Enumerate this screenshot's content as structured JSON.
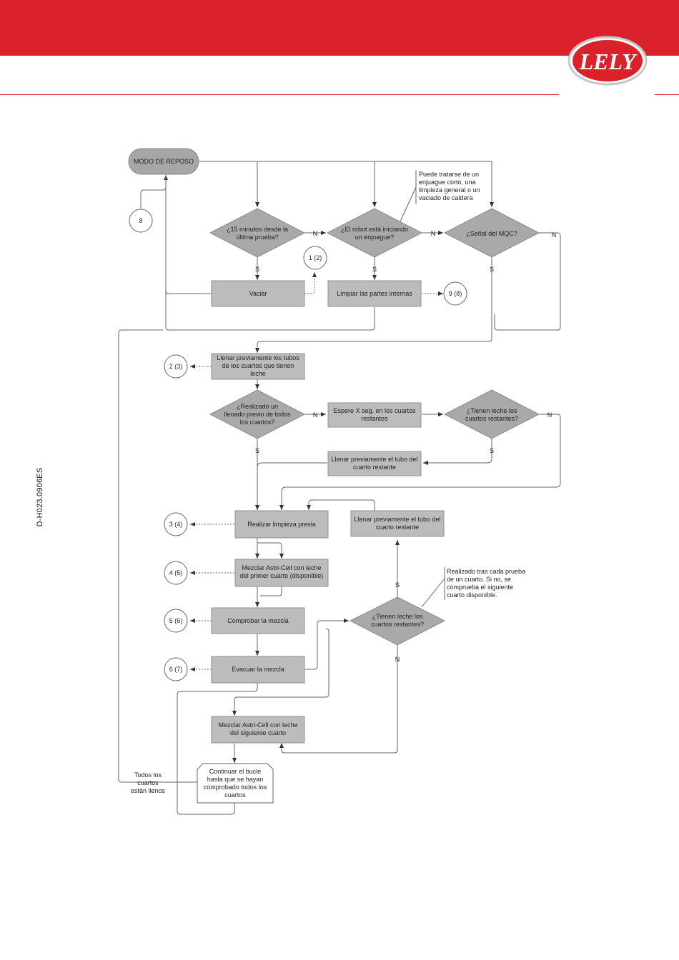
{
  "header": {
    "brand_color": "#db2129",
    "logo_text": "LELY",
    "doc_code": "D-H023.0906ES"
  },
  "flowchart": {
    "start": "MODO DE REPOSO",
    "connectors": {
      "c8": "8",
      "c1_2": "1 (2)",
      "c9_8": "9 (8)",
      "c2_3": "2 (3)",
      "c3_4": "3 (4)",
      "c4_5": "4 (5)",
      "c5_6": "5 (6)",
      "c6_7": "6 (7)"
    },
    "decisions": {
      "d1": [
        "¿15 minutos desde la",
        "última prueba?"
      ],
      "d2": [
        "¿El robot está iniciando",
        "un enjuague?"
      ],
      "d3": [
        "¿Señal del MQC?"
      ],
      "d4": [
        "¿Realizado un",
        "llenado previo de todos",
        "los cuartos?"
      ],
      "d5": [
        "¿Tienen leche los",
        "cuartos restantes?"
      ],
      "d6": [
        "¿Tienen leche los",
        "cuartos restantes?"
      ]
    },
    "processes": {
      "vaciar": [
        "Vaciar"
      ],
      "limpiar": [
        "Limpiar las partes internas"
      ],
      "llenar_tubos": [
        "Llenar previamente los tubos",
        "de los cuartos que tienen",
        "leche"
      ],
      "espere": [
        "Espere X seg. en los cuartos",
        "restantes"
      ],
      "llenar_tubo1": [
        "Llenar previamente el tubo del",
        "cuarto restante"
      ],
      "limpieza_previa": [
        "Realizar limpieza previa"
      ],
      "llenar_tubo2": [
        "Llenar previamente el tubo del",
        "cuarto restante"
      ],
      "mezclar1": [
        "Mezclar Astri-Cell con leche",
        "del primer cuarto (disponible)"
      ],
      "comprobar": [
        "Comprobar la mezcla"
      ],
      "evacuar": [
        "Evacuar la mezcla"
      ],
      "mezclar2": [
        "Mezclar Astri-Cell con leche",
        "del siguiente cuarto"
      ],
      "continuar": [
        "Continuar el bucle",
        "hasta que se hayan",
        "comprobado todos los",
        "cuartos"
      ]
    },
    "notes": {
      "enjuague": [
        "Puede tratarse de un",
        "enjuague corto, una",
        "limpieza general o un",
        "vaciado de caldera"
      ],
      "prueba": [
        "Realizado tras cada prueba",
        "de un cuarto. Si no, se",
        "comprueba el siguiente",
        "cuarto disponible."
      ],
      "llenos": [
        "Todos los",
        "cuartos",
        "están llenos"
      ]
    },
    "labels": {
      "yes": "S",
      "no": "N"
    }
  }
}
